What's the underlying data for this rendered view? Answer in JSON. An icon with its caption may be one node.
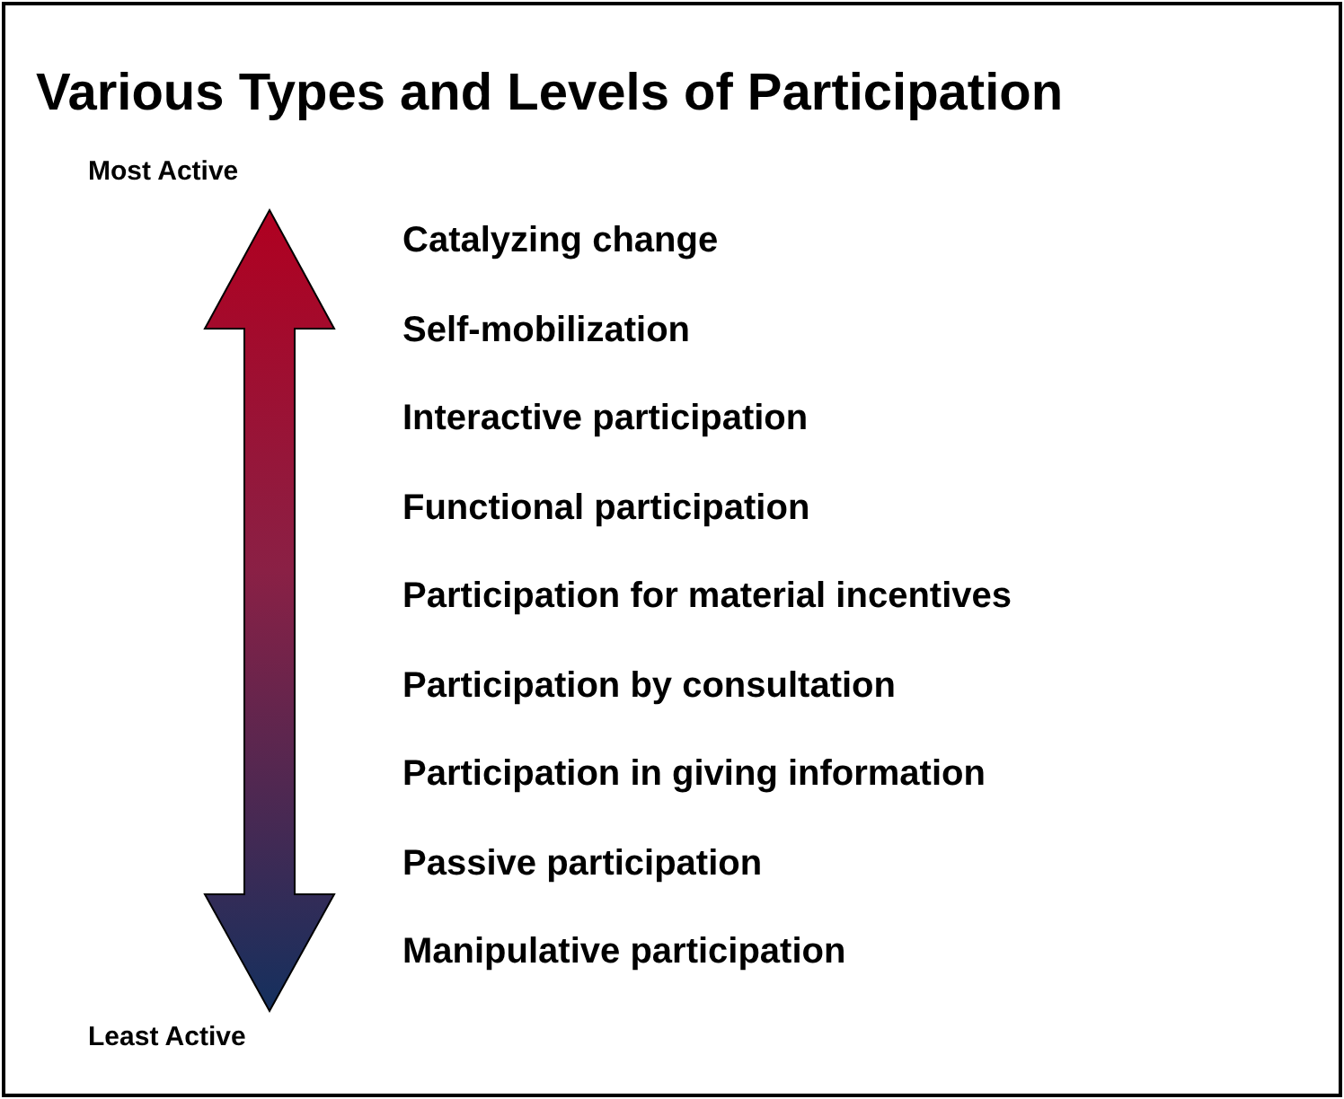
{
  "diagram": {
    "title": "Various Types and Levels of Participation",
    "labels": [
      "Most Active",
      "Catalyzing change",
      "Self-mobilization",
      "Interactive participation",
      "Functional participation",
      "Participation for material incentives",
      "Participation by consultation",
      "Participation in giving information",
      "Passive participation",
      "Manipulative participation",
      "Least Active"
    ]
  }
}
